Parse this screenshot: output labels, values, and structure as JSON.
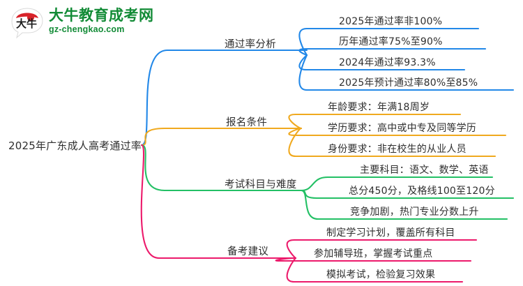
{
  "logo": {
    "mark_text": "大牛",
    "title_cn": "大牛教育成考网",
    "title_en": "gz-chengkao.com",
    "brand_green": "#128b36",
    "brand_red": "#d8232a"
  },
  "mindmap": {
    "root": {
      "label": "2025年广东成人高考通过率"
    },
    "branches": [
      {
        "label": "通过率分析",
        "color": "#2288e8",
        "children": [
          "2025年通过率非100%",
          "历年通过率75%至90%",
          "2024年通过率93.3%",
          "2025年预计通过率80%至85%"
        ]
      },
      {
        "label": "报名条件",
        "color": "#f0a91e",
        "children": [
          "年龄要求：年满18周岁",
          "学历要求：高中或中专及同等学历",
          "身份要求：非在校生的从业人员"
        ]
      },
      {
        "label": "考试科目与难度",
        "color": "#23c065",
        "children": [
          "主要科目：语文、数学、英语",
          "总分450分，及格线100至120分",
          "竞争加剧，热门专业分数上升"
        ]
      },
      {
        "label": "备考建议",
        "color": "#ec1a6b",
        "children": [
          "制定学习计划，覆盖所有科目",
          "参加辅导班，掌握考试重点",
          "模拟考试，检验复习效果"
        ]
      }
    ]
  }
}
